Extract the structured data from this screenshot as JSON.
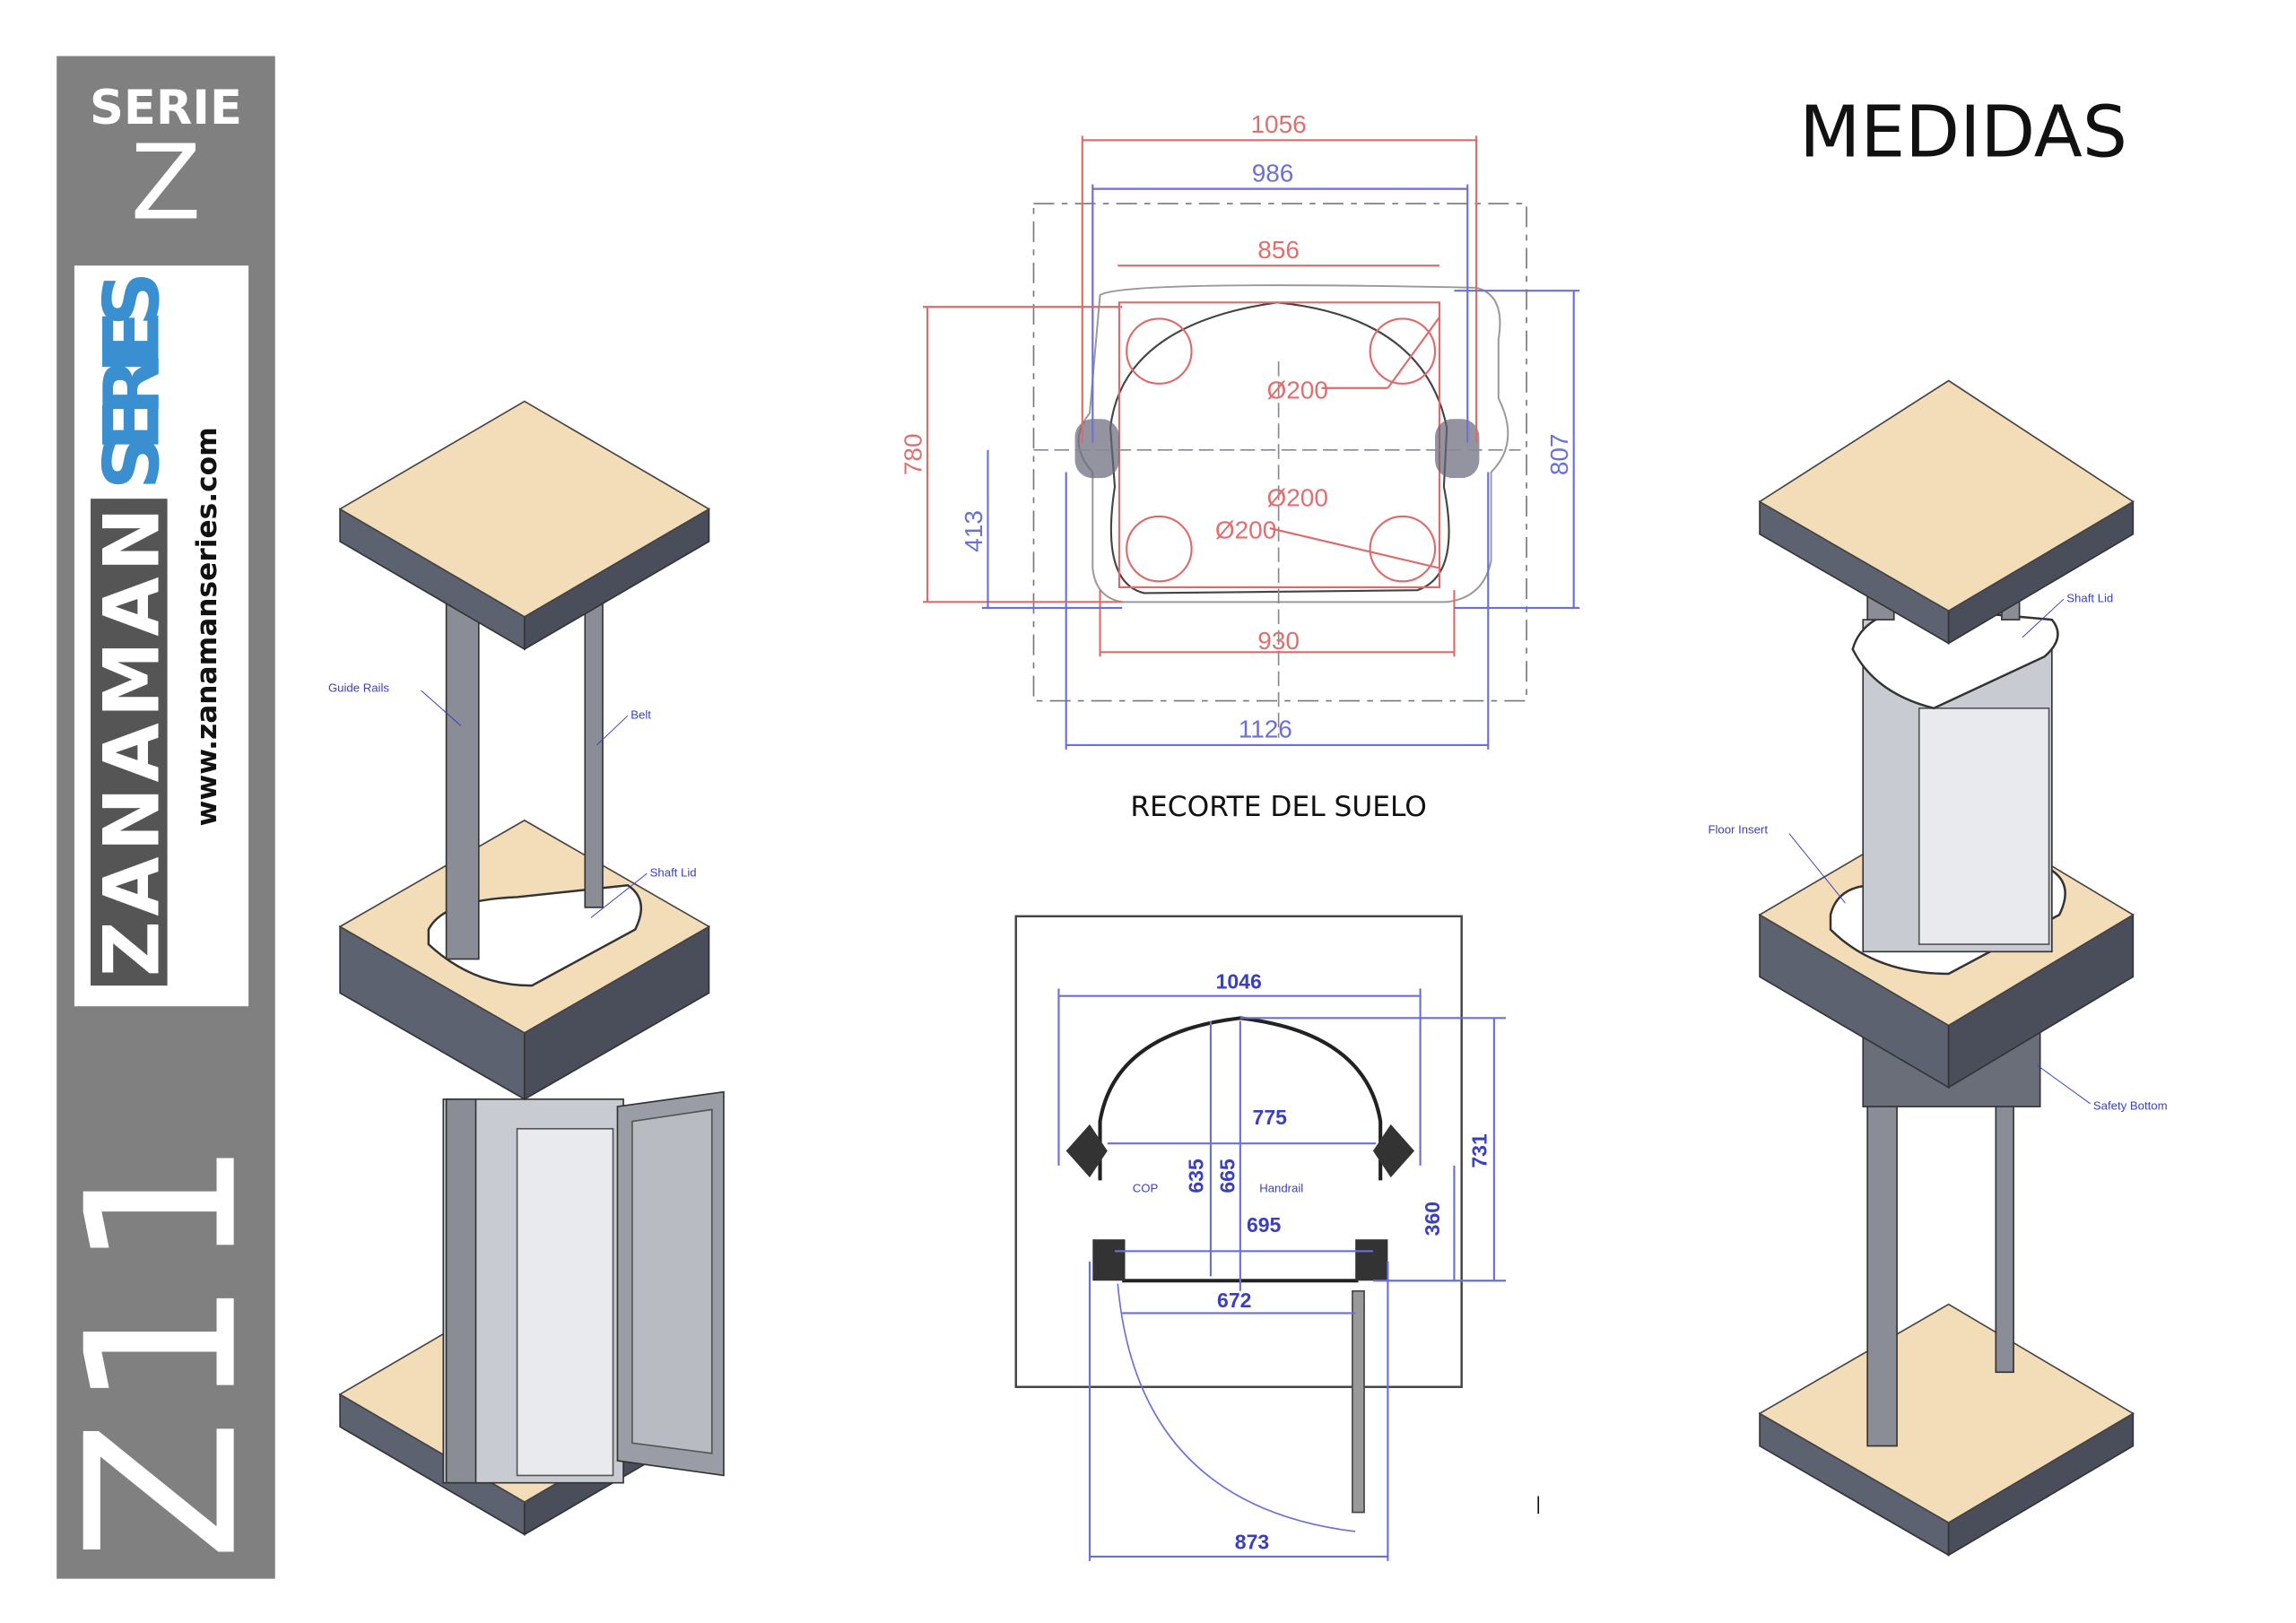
{
  "title": "MEDIDAS",
  "brand": {
    "serie_label": "SERIE",
    "serie_letter": "Z",
    "name_part1": "ZANAMAN",
    "name_part2": "SERIES",
    "website": "www.zanamanseries.com",
    "model": "Z11",
    "colors": {
      "band": "#808080",
      "accent": "#3a8fd0",
      "dark": "#555555"
    }
  },
  "floor_cutout": {
    "caption": "RECORTE DEL SUELO",
    "dimensions": {
      "outer_width": "1056",
      "inner_width": "986",
      "cut_width": "856",
      "bottom_width": "930",
      "overall_width": "1126",
      "height_left": "780",
      "height_lower": "413",
      "height_right": "807",
      "radius_labels": [
        "Ø200",
        "Ø200",
        "Ø200"
      ]
    }
  },
  "plan_view": {
    "dimensions": {
      "total_width": "1046",
      "inner_width": "775",
      "depth_1": "635",
      "depth_2": "665",
      "door_width_inner": "695",
      "door_opening": "672",
      "door_swing": "873",
      "side_depth": "360",
      "total_depth": "731"
    },
    "labels": {
      "cop": "COP",
      "handrail": "Handrail"
    }
  },
  "left_model": {
    "labels": {
      "guide_rails": "Guide Rails",
      "belt": "Belt",
      "shaft_lid": "Shaft Lid"
    }
  },
  "right_model": {
    "labels": {
      "shaft_lid": "Shaft Lid",
      "floor_insert": "Floor Insert",
      "safety_bottom": "Safety Bottom"
    }
  }
}
